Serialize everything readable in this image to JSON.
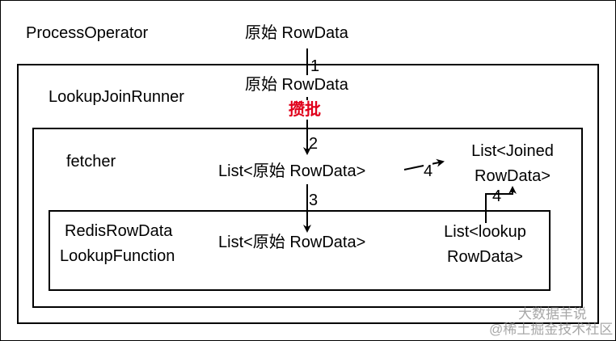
{
  "outer": {
    "label": "ProcessOperator"
  },
  "runner": {
    "label": "LookupJoinRunner"
  },
  "fetcher": {
    "label": "fetcher"
  },
  "function": {
    "label_line1": "RedisRowData",
    "label_line2": "LookupFunction"
  },
  "flow": {
    "top_input": "原始 RowData",
    "runner_input": "原始 RowData",
    "batch_label": "攒批",
    "fetcher_list": "List<原始 RowData>",
    "function_list": "List<原始 RowData>",
    "lookup_list_line1": "List<lookup",
    "lookup_list_line2": "RowData>",
    "joined_list_line1": "List<Joined",
    "joined_list_line2": "RowData>"
  },
  "steps": {
    "s1": "1",
    "s2": "2",
    "s3": "3",
    "s4a": "4",
    "s4b": "4"
  },
  "watermark": {
    "line1": "大数据羊说",
    "line2": "@稀土掘金技术社区"
  },
  "colors": {
    "highlight": "#e0001b",
    "stroke": "#000000"
  }
}
